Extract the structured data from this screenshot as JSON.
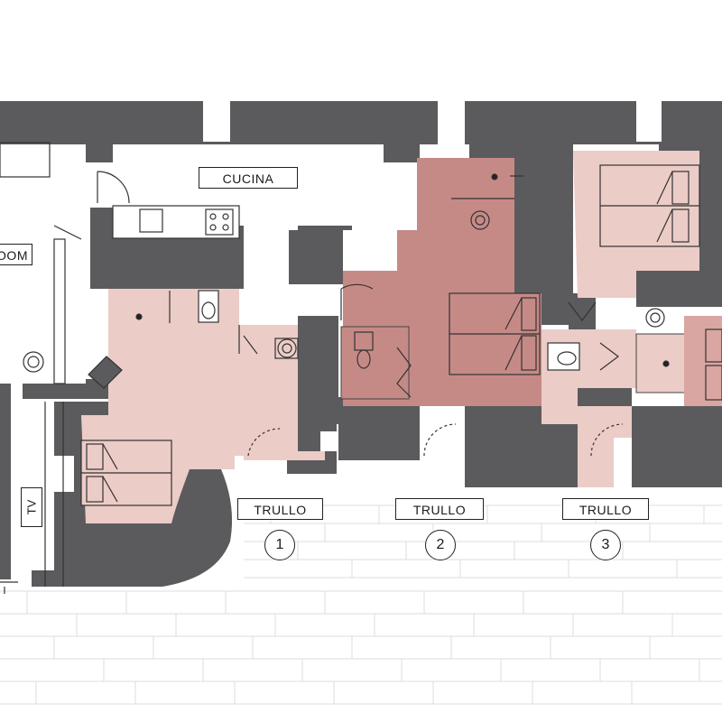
{
  "plan": {
    "colors": {
      "wall": "#5b5b5e",
      "room_light": "#ecccc7",
      "room_dark": "#c68a86",
      "room_medium": "#d9a6a1",
      "paving_line": "#dcdcdc",
      "label_border": "#222222"
    },
    "rooms": {
      "kitchen": "CUCINA",
      "living_fragment": "OOM",
      "tv": "TV"
    },
    "trulli": [
      {
        "label": "TRULLO",
        "number": "1"
      },
      {
        "label": "TRULLO",
        "number": "2"
      },
      {
        "label": "TRULLO",
        "number": "3"
      }
    ]
  }
}
